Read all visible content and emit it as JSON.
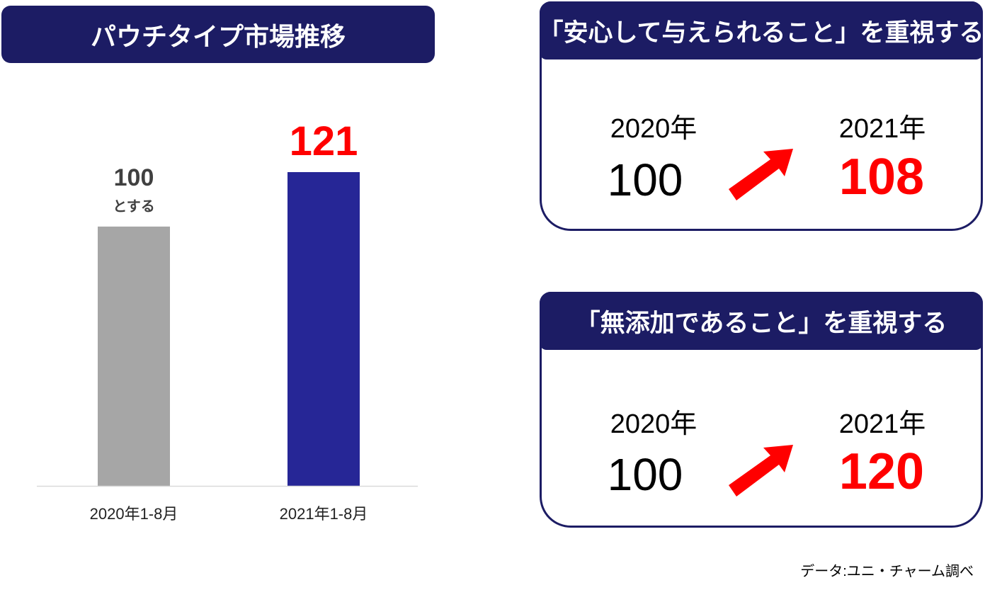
{
  "colors": {
    "navy": "#1c1c64",
    "bar2020": "#a6a6a6",
    "bar2021": "#262696",
    "red": "#ff0000"
  },
  "chart_data": {
    "type": "bar",
    "title": "パウチタイプ市場推移",
    "categories": [
      "2020年1-8月",
      "2021年1-8月"
    ],
    "values": [
      100,
      121
    ],
    "data_labels": [
      "100",
      "121"
    ],
    "base_note": "とする",
    "xlabel": "",
    "ylabel": "",
    "ylim": [
      0,
      121
    ],
    "grid": false
  },
  "cards": [
    {
      "title": "「安心して与えられること」を重視する",
      "year_old": "2020年",
      "value_old": "100",
      "year_new": "2021年",
      "value_new": "108",
      "arrow_icon": "arrow-up-right-icon"
    },
    {
      "title": "「無添加であること」を重視する",
      "year_old": "2020年",
      "value_old": "100",
      "year_new": "2021年",
      "value_new": "120",
      "arrow_icon": "arrow-up-right-icon"
    }
  ],
  "source": "データ:ユニ・チャーム調べ"
}
